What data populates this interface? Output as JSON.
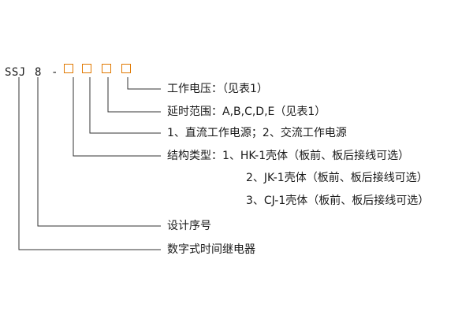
{
  "code": {
    "prefix": "SSJ",
    "number": "8",
    "dash": "-",
    "slot_count": 4,
    "slot_color": "#e07800"
  },
  "descriptions": {
    "voltage": "工作电压：（见表1）",
    "delay_range": "延时范围：A,B,C,D,E（见表1）",
    "power": "1、直流工作电源；2、交流工作电源",
    "structure": "结构类型：1、HK-1壳体（板前、板后接线可选）",
    "structure_2": "2、JK-1壳体（板前、板后接线可选）",
    "structure_3": "3、CJ-1壳体（板前、板后接线可选）",
    "design_no": "设计序号",
    "product": "数字式时间继电器"
  }
}
